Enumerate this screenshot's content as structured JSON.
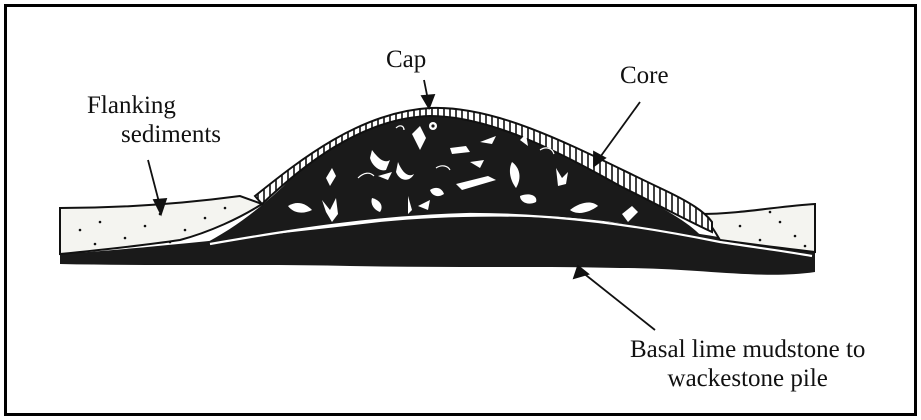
{
  "labels": {
    "cap": "Cap",
    "core": "Core",
    "flanking_line1": "Flanking",
    "flanking_line2": "sediments",
    "basal_line1": "Basal lime mudstone to",
    "basal_line2": "wackestone pile"
  },
  "colors": {
    "ink": "#111111",
    "core_fill": "#1a1a1a",
    "flank_fill": "#f4f4f0",
    "background": "#ffffff"
  }
}
